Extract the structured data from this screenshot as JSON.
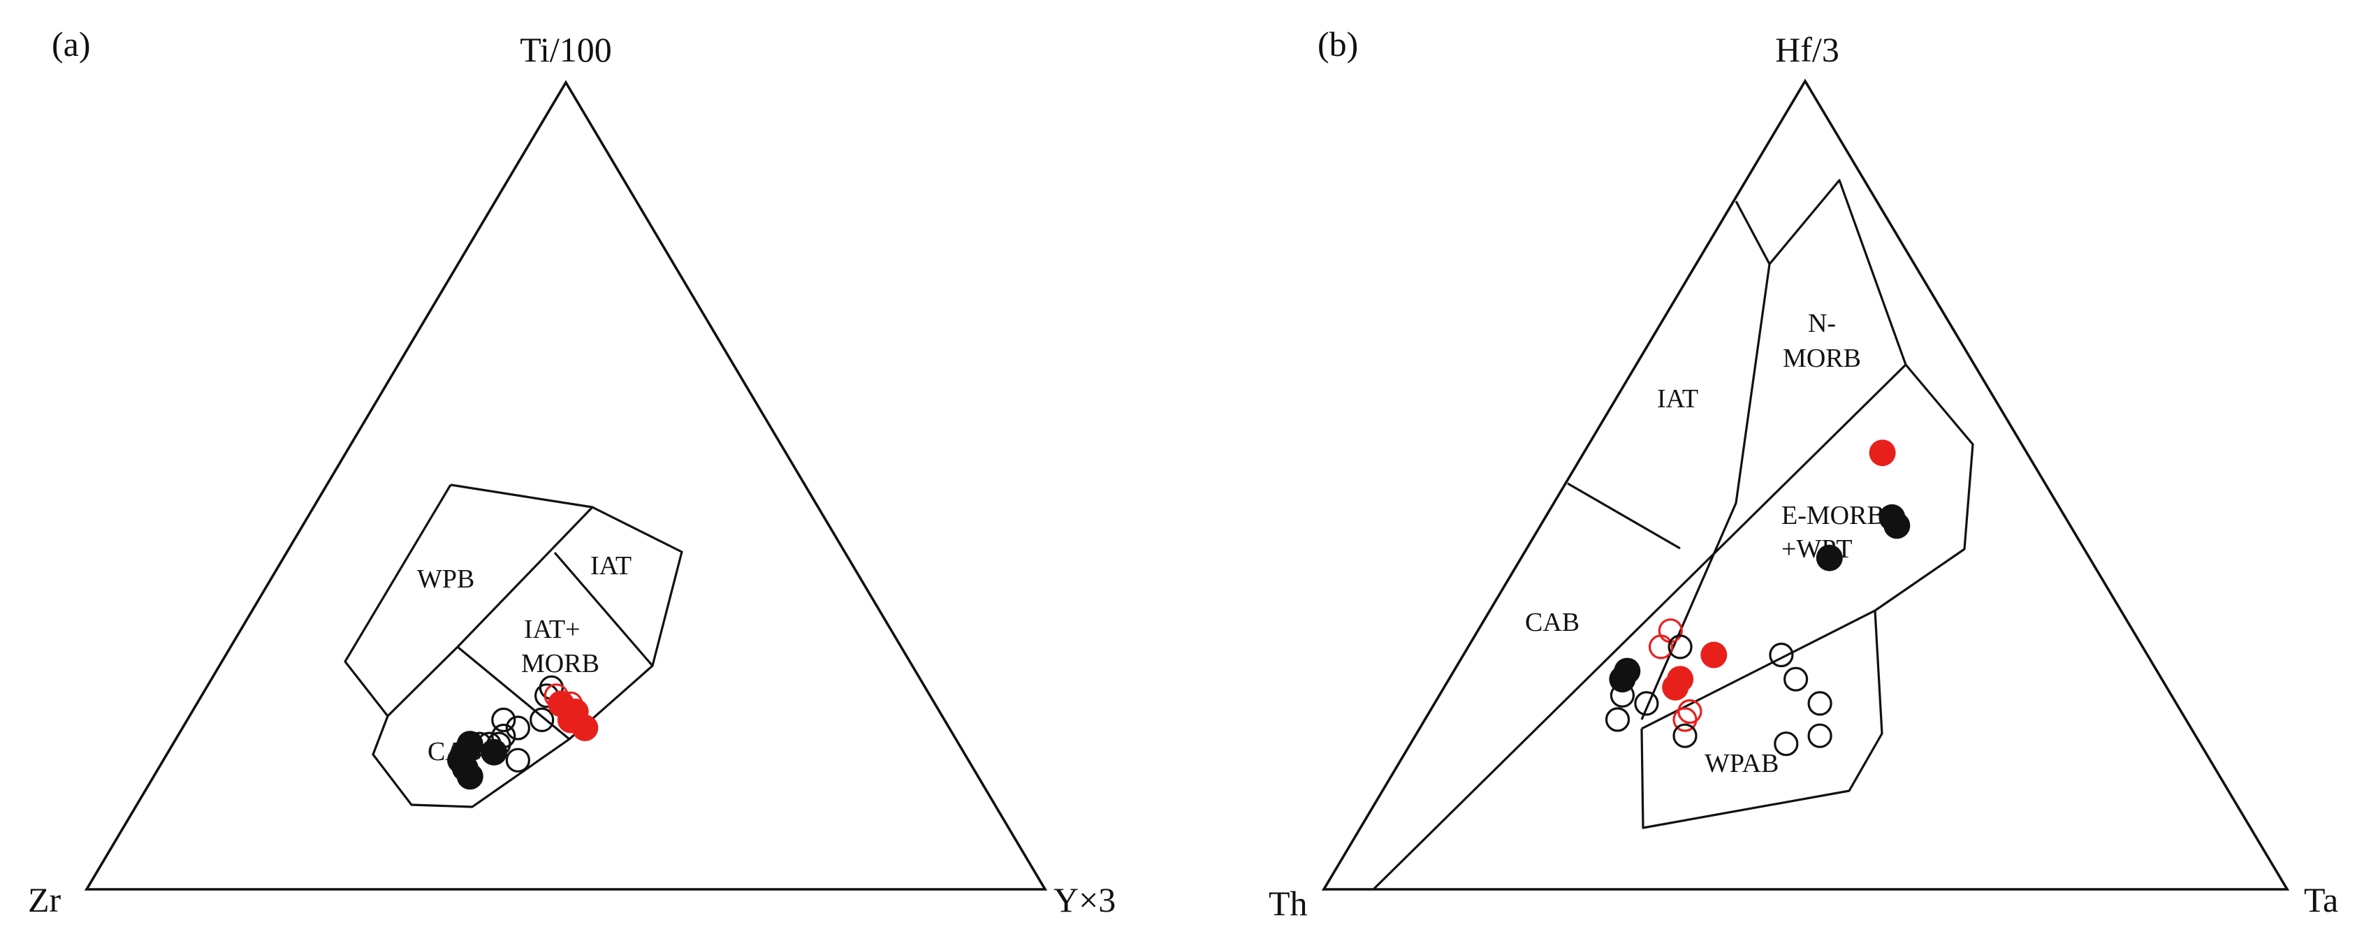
{
  "panels": [
    {
      "id": "a",
      "panel_label": "(a)",
      "apex_label": "Ti/100",
      "left_label": "Zr",
      "right_label": "Y×3",
      "fields": {
        "wpb": "WPB",
        "iat": "IAT",
        "iat_morb_1": "IAT+",
        "iat_morb_2": "MORB",
        "cab": "CAB"
      },
      "points": [
        {
          "f": [
            0.25,
            0.39,
            0.36
          ],
          "style": "open-black"
        },
        {
          "f": [
            0.24,
            0.4,
            0.36
          ],
          "style": "open-black"
        },
        {
          "f": [
            0.21,
            0.42,
            0.37
          ],
          "style": "open-black"
        },
        {
          "f": [
            0.2,
            0.45,
            0.35
          ],
          "style": "open-black"
        },
        {
          "f": [
            0.21,
            0.46,
            0.33
          ],
          "style": "open-black"
        },
        {
          "f": [
            0.19,
            0.47,
            0.34
          ],
          "style": "open-black"
        },
        {
          "f": [
            0.16,
            0.47,
            0.37
          ],
          "style": "open-black"
        },
        {
          "f": [
            0.18,
            0.48,
            0.34
          ],
          "style": "open-black"
        },
        {
          "f": [
            0.18,
            0.49,
            0.33
          ],
          "style": "open-black"
        },
        {
          "f": [
            0.18,
            0.5,
            0.32
          ],
          "style": "open-black"
        },
        {
          "f": [
            0.24,
            0.39,
            0.37
          ],
          "style": "open-red"
        },
        {
          "f": [
            0.23,
            0.38,
            0.39
          ],
          "style": "open-red"
        },
        {
          "f": [
            0.22,
            0.38,
            0.4
          ],
          "style": "open-red"
        },
        {
          "f": [
            0.23,
            0.39,
            0.38
          ],
          "style": "filled-red"
        },
        {
          "f": [
            0.22,
            0.38,
            0.4
          ],
          "style": "filled-red"
        },
        {
          "f": [
            0.21,
            0.39,
            0.4
          ],
          "style": "filled-red"
        },
        {
          "f": [
            0.2,
            0.38,
            0.42
          ],
          "style": "filled-red"
        },
        {
          "f": [
            0.17,
            0.49,
            0.34
          ],
          "style": "filled-black"
        },
        {
          "f": [
            0.18,
            0.51,
            0.31
          ],
          "style": "filled-black"
        },
        {
          "f": [
            0.17,
            0.52,
            0.31
          ],
          "style": "filled-black"
        },
        {
          "f": [
            0.16,
            0.53,
            0.31
          ],
          "style": "filled-black"
        },
        {
          "f": [
            0.15,
            0.53,
            0.32
          ],
          "style": "filled-black"
        },
        {
          "f": [
            0.14,
            0.53,
            0.33
          ],
          "style": "filled-black"
        }
      ]
    },
    {
      "id": "b",
      "panel_label": "(b)",
      "apex_label": "Hf/3",
      "left_label": "Th",
      "right_label": "Ta",
      "fields": {
        "nmorb_1": "N-",
        "nmorb_2": "MORB",
        "iat": "IAT",
        "emorb_1": "E-MORB",
        "emorb_2": "+WPT",
        "cab": "CAB",
        "wpab": "WPAB"
      },
      "points": [
        {
          "f": [
            0.54,
            0.15,
            0.31
          ],
          "style": "filled-red"
        },
        {
          "f": [
            0.45,
            0.18,
            0.37
          ],
          "style": "filled-black"
        },
        {
          "f": [
            0.46,
            0.18,
            0.36
          ],
          "style": "filled-black"
        },
        {
          "f": [
            0.41,
            0.27,
            0.32
          ],
          "style": "filled-black"
        },
        {
          "f": [
            0.27,
            0.55,
            0.18
          ],
          "style": "filled-black"
        },
        {
          "f": [
            0.26,
            0.56,
            0.18
          ],
          "style": "filled-black"
        },
        {
          "f": [
            0.29,
            0.45,
            0.26
          ],
          "style": "filled-red"
        },
        {
          "f": [
            0.26,
            0.5,
            0.24
          ],
          "style": "filled-red"
        },
        {
          "f": [
            0.25,
            0.51,
            0.24
          ],
          "style": "filled-red"
        },
        {
          "f": [
            0.32,
            0.48,
            0.2
          ],
          "style": "open-red"
        },
        {
          "f": [
            0.3,
            0.5,
            0.2
          ],
          "style": "open-red"
        },
        {
          "f": [
            0.22,
            0.51,
            0.27
          ],
          "style": "open-red"
        },
        {
          "f": [
            0.21,
            0.52,
            0.27
          ],
          "style": "open-red"
        },
        {
          "f": [
            0.3,
            0.48,
            0.22
          ],
          "style": "open-black"
        },
        {
          "f": [
            0.24,
            0.57,
            0.19
          ],
          "style": "open-black"
        },
        {
          "f": [
            0.21,
            0.59,
            0.2
          ],
          "style": "open-black"
        },
        {
          "f": [
            0.23,
            0.55,
            0.22
          ],
          "style": "open-black"
        },
        {
          "f": [
            0.19,
            0.53,
            0.28
          ],
          "style": "open-black"
        },
        {
          "f": [
            0.29,
            0.38,
            0.33
          ],
          "style": "open-black"
        },
        {
          "f": [
            0.26,
            0.38,
            0.36
          ],
          "style": "open-black"
        },
        {
          "f": [
            0.23,
            0.37,
            0.4
          ],
          "style": "open-black"
        },
        {
          "f": [
            0.19,
            0.39,
            0.42
          ],
          "style": "open-black"
        },
        {
          "f": [
            0.18,
            0.43,
            0.39
          ],
          "style": "open-black"
        }
      ]
    }
  ],
  "colors": {
    "black": "#111111",
    "red": "#e8201c"
  }
}
